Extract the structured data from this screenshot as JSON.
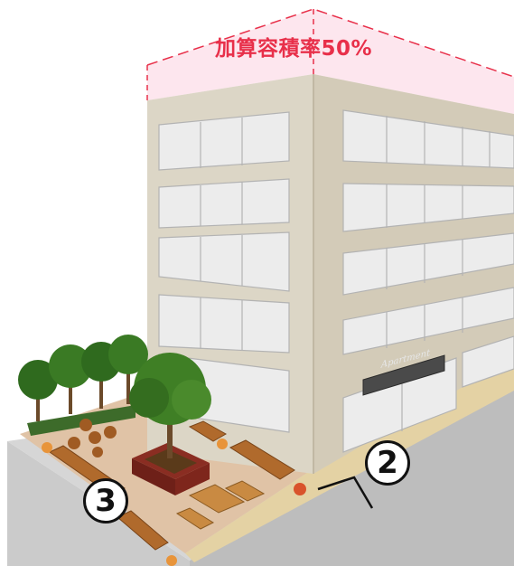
{
  "floor_area_bonus": {
    "label": "加算容積率50%",
    "highlight_color": "#e8304a"
  },
  "signboard": {
    "text": "Apartment"
  },
  "callouts": [
    {
      "id": "c2",
      "label": "2"
    },
    {
      "id": "c3",
      "label": "3"
    }
  ],
  "colors": {
    "facade": "#dcd6c6",
    "facade_shade": "#cfc8b6",
    "window": "#ebebeb",
    "ground": "#c9c9c9",
    "plaza": "#e2c6ad",
    "path": "#e3d3a8",
    "bench": "#b06a2c",
    "tree": "#2f6a1e"
  }
}
